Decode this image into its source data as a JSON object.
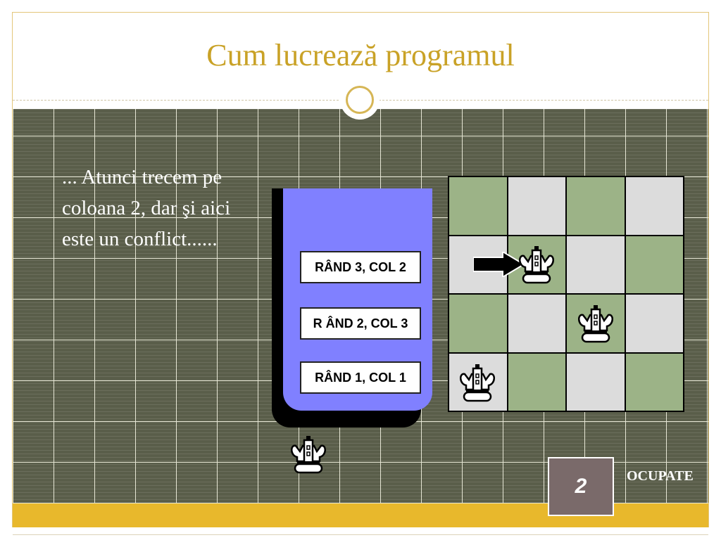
{
  "slide": {
    "title": "Cum lucrează programul",
    "body_text": "... Atunci trecem pe coloana 2, dar şi aici este un conflict......",
    "stack": {
      "items": [
        "RÂND 3, COL 2",
        "R ÂND 2, COL 3",
        "RÂND 1, COL 1"
      ]
    },
    "board": {
      "size": 4,
      "queens": [
        {
          "row": 2,
          "col": 2
        },
        {
          "row": 3,
          "col": 3
        },
        {
          "row": 4,
          "col": 1
        }
      ],
      "arrow_target": {
        "row": 2,
        "col": 2
      }
    },
    "step_number": "2",
    "ocupate_label": "OCUPATE",
    "colors": {
      "title": "#c9a227",
      "stack": "#8080ff",
      "board_green": "#9cb387",
      "board_light": "#dcdcdc",
      "footer_bar": "#e8b82c",
      "grid_background": "#5a5e4a"
    }
  }
}
